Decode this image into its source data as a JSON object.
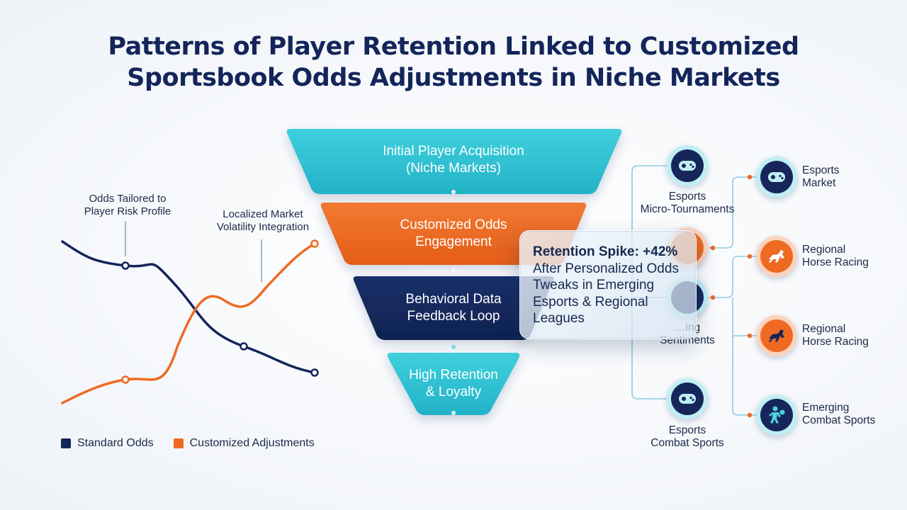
{
  "title": {
    "line1": "Patterns of Player Retention Linked to Customized",
    "line2": "Sportsbook Odds Adjustments in Niche Markets"
  },
  "line_chart": {
    "annotations": [
      {
        "id": "risk",
        "lines": [
          "Odds Tailored to",
          "Player Risk Profile"
        ]
      },
      {
        "id": "volatility",
        "lines": [
          "Localized Market",
          "Volatility Integration"
        ]
      }
    ],
    "legend": [
      {
        "label": "Standard Odds",
        "color": "#13255a"
      },
      {
        "label": "Customized Adjustments",
        "color": "#ee6a24"
      }
    ]
  },
  "funnel": {
    "stages": [
      {
        "lines": [
          "Initial Player Acquisition",
          "(Niche Markets)"
        ],
        "color": "#2ec3d3"
      },
      {
        "lines": [
          "Customized Odds",
          "Engagement"
        ],
        "color": "#ee6a24"
      },
      {
        "lines": [
          "Behavioral Data",
          "Feedback Loop"
        ],
        "color": "#13255a"
      },
      {
        "lines": [
          "High Retention",
          "& Loyalty"
        ],
        "color": "#2ec3d3"
      }
    ]
  },
  "callout_card": {
    "headline": "Retention Spike: +42%",
    "body": "After Personalized Odds Tweaks in Emerging Esports & Regional Leagues"
  },
  "network": {
    "left_nodes": [
      {
        "lines": [
          "Esports",
          "Micro-Tournaments"
        ],
        "icon": "gamepad-icon"
      },
      {
        "lines": [
          ""
        ],
        "icon": "orange-node-icon"
      },
      {
        "lines": [
          "…ing",
          "Sentiments"
        ],
        "icon": "navy-node-icon"
      },
      {
        "lines": [
          "Esports",
          "Combat Sports"
        ],
        "icon": "gamepad-icon"
      }
    ],
    "right_nodes": [
      {
        "lines": [
          "Esports",
          "Market"
        ],
        "icon": "gamepad-icon"
      },
      {
        "lines": [
          "Regional",
          "Horse Racing"
        ],
        "icon": "horse-icon"
      },
      {
        "lines": [
          "Regional",
          "Horse Racing"
        ],
        "icon": "horse-icon"
      },
      {
        "lines": [
          "Emerging",
          "Combat Sports"
        ],
        "icon": "boxer-icon"
      }
    ],
    "colors": {
      "teal": "#2ec3d3",
      "navy": "#13255a",
      "orange": "#ee6a24",
      "connector": "#8fc9e0"
    }
  }
}
